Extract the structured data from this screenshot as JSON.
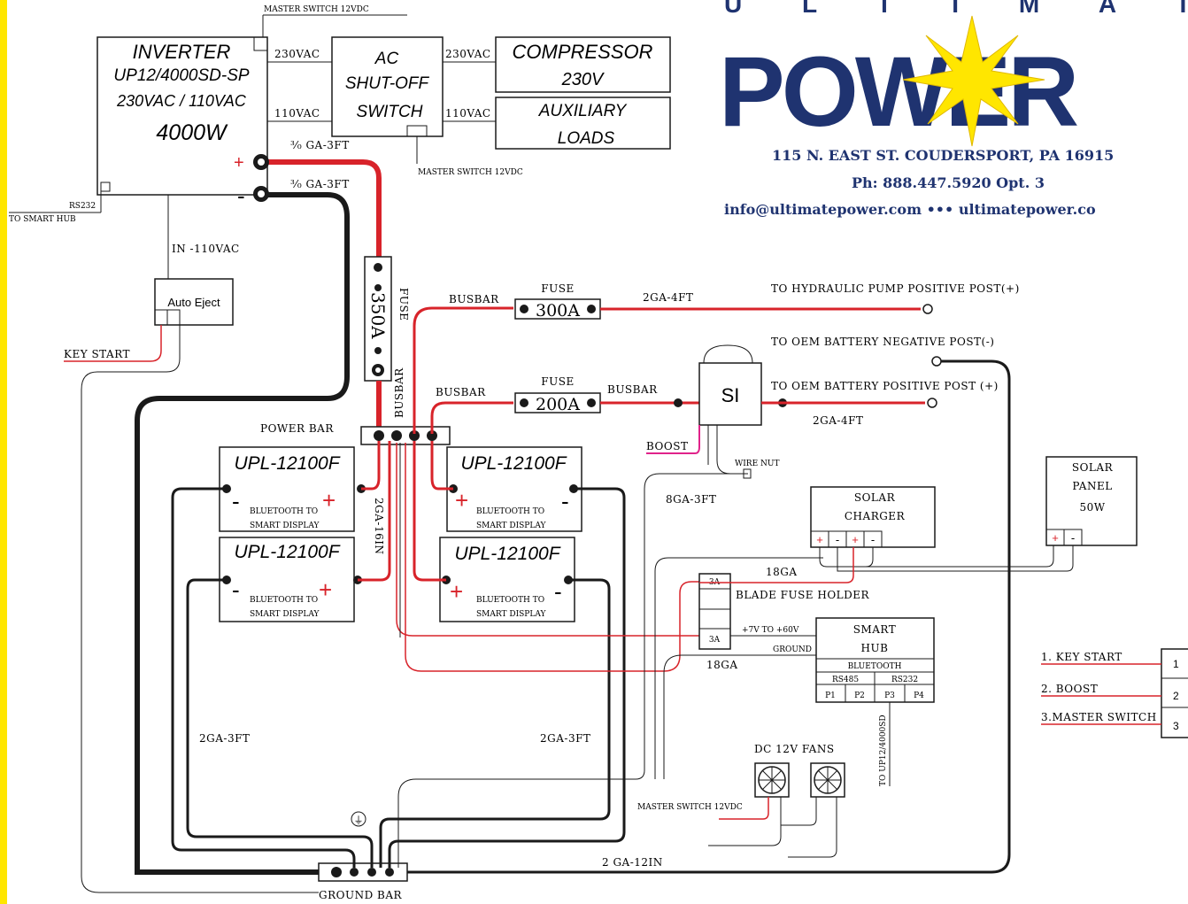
{
  "logo": {
    "letters": "U L T I M A T",
    "power": "POWER"
  },
  "company": {
    "address": "115 N. EAST ST.  COUDERSPORT, PA 16915",
    "phone": "Ph:  888.447.5920   Opt. 3",
    "contact": "info@ultimatepower.com  •••  ultimatepower.co"
  },
  "inverter": {
    "title": "INVERTER",
    "model": "UP12/4000SD-SP",
    "voltage": "230VAC / 110VAC",
    "watts": "4000W",
    "plus": "+",
    "minus": "-",
    "rs232": "RS232",
    "to_smart_hub": "TO SMART HUB"
  },
  "labels": {
    "master_switch_top": "MASTER SWITCH  12VDC",
    "master_switch_mid": "MASTER SWITCH  12VDC",
    "vac230_a": "230VAC",
    "vac230_b": "230VAC",
    "vac110_a": "110VAC",
    "vac110_b": "110VAC",
    "cable_pos": "³⁄₀ GA-3FT",
    "cable_neg": "³⁄₀ GA-3FT",
    "in_110": "IN -110VAC",
    "key_start": "KEY START",
    "busbar_1": "BUSBAR",
    "busbar_2": "BUSBAR",
    "busbar_3": "BUSBAR",
    "busbar_vertical": "BUSBAR",
    "fuse_vertical": "FUSE",
    "fuse_350": "350A",
    "fuse_300_title": "FUSE",
    "fuse_300": "300A",
    "fuse_200_title": "FUSE",
    "fuse_200": "200A",
    "ga_2_4ft_a": "2GA-4FT",
    "ga_2_4ft_b": "2GA-4FT",
    "hydraulic": "TO HYDRAULIC PUMP POSITIVE POST(+)",
    "oem_neg": "TO OEM BATTERY NEGATIVE POST(-)",
    "oem_pos": "TO OEM BATTERY POSITIVE POST (+)",
    "power_bar": "POWER BAR",
    "boost": "BOOST",
    "wire_nut": "WIRE NUT",
    "ga_8_3ft": "8GA-3FT",
    "ga_2_16in": "2GA-16IN",
    "ga_18_a": "18GA",
    "ga_18_b": "18GA",
    "blade_fuse": "BLADE FUSE HOLDER",
    "fuse_3a_a": "3A",
    "fuse_3a_b": "3A",
    "v_range": "+7V TO +60V",
    "ground": "GROUND",
    "ga_2_3ft_a": "2GA-3FT",
    "ga_2_3ft_b": "2GA-3FT",
    "dc_fans": "DC 12V FANS",
    "master_switch_fans": "MASTER SWITCH  12VDC",
    "to_inverter": "TO UP12/4000SD",
    "ga_2_12in": "2 GA-12IN",
    "ground_bar": "GROUND BAR",
    "ground_symbol": "⏚"
  },
  "ac_switch": {
    "line1": "AC",
    "line2": "SHUT-OFF",
    "line3": "SWITCH"
  },
  "compressor": {
    "line1": "COMPRESSOR",
    "line2": "230V"
  },
  "aux": {
    "line1": "AUXILIARY",
    "line2": "LOADS"
  },
  "auto_eject": "Auto Eject",
  "si": "SI",
  "batteries": [
    {
      "model": "UPL-12100F",
      "note1": "BLUETOOTH TO",
      "note2": "SMART DISPLAY",
      "plus": "+",
      "minus": "-"
    },
    {
      "model": "UPL-12100F",
      "note1": "BLUETOOTH TO",
      "note2": "SMART DISPLAY",
      "plus": "+",
      "minus": "-"
    },
    {
      "model": "UPL-12100F",
      "note1": "BLUETOOTH TO",
      "note2": "SMART DISPLAY",
      "plus": "+",
      "minus": "-"
    },
    {
      "model": "UPL-12100F",
      "note1": "BLUETOOTH TO",
      "note2": "SMART DISPLAY",
      "plus": "+",
      "minus": "-"
    }
  ],
  "solar_charger": {
    "line1": "SOLAR",
    "line2": "CHARGER",
    "terms": [
      "+",
      "-",
      "+",
      "-"
    ]
  },
  "solar_panel": {
    "line1": "SOLAR",
    "line2": "PANEL",
    "line3": "50W",
    "terms": [
      "+",
      "-"
    ]
  },
  "smart_hub": {
    "line1": "SMART",
    "line2": "HUB",
    "bt": "BLUETOOTH",
    "rs485": "RS485",
    "rs232": "RS232",
    "ports": [
      "P1",
      "P2",
      "P3",
      "P4"
    ]
  },
  "legend": [
    {
      "label": "1. KEY START",
      "num": "1"
    },
    {
      "label": "2. BOOST",
      "num": "2"
    },
    {
      "label": "3.MASTER SWITCH",
      "num": "3"
    }
  ],
  "colors": {
    "red": "#d8232a",
    "black": "#1a1a1a",
    "navy": "#1f3370",
    "yellow": "#ffe600",
    "magenta": "#e0238a"
  }
}
